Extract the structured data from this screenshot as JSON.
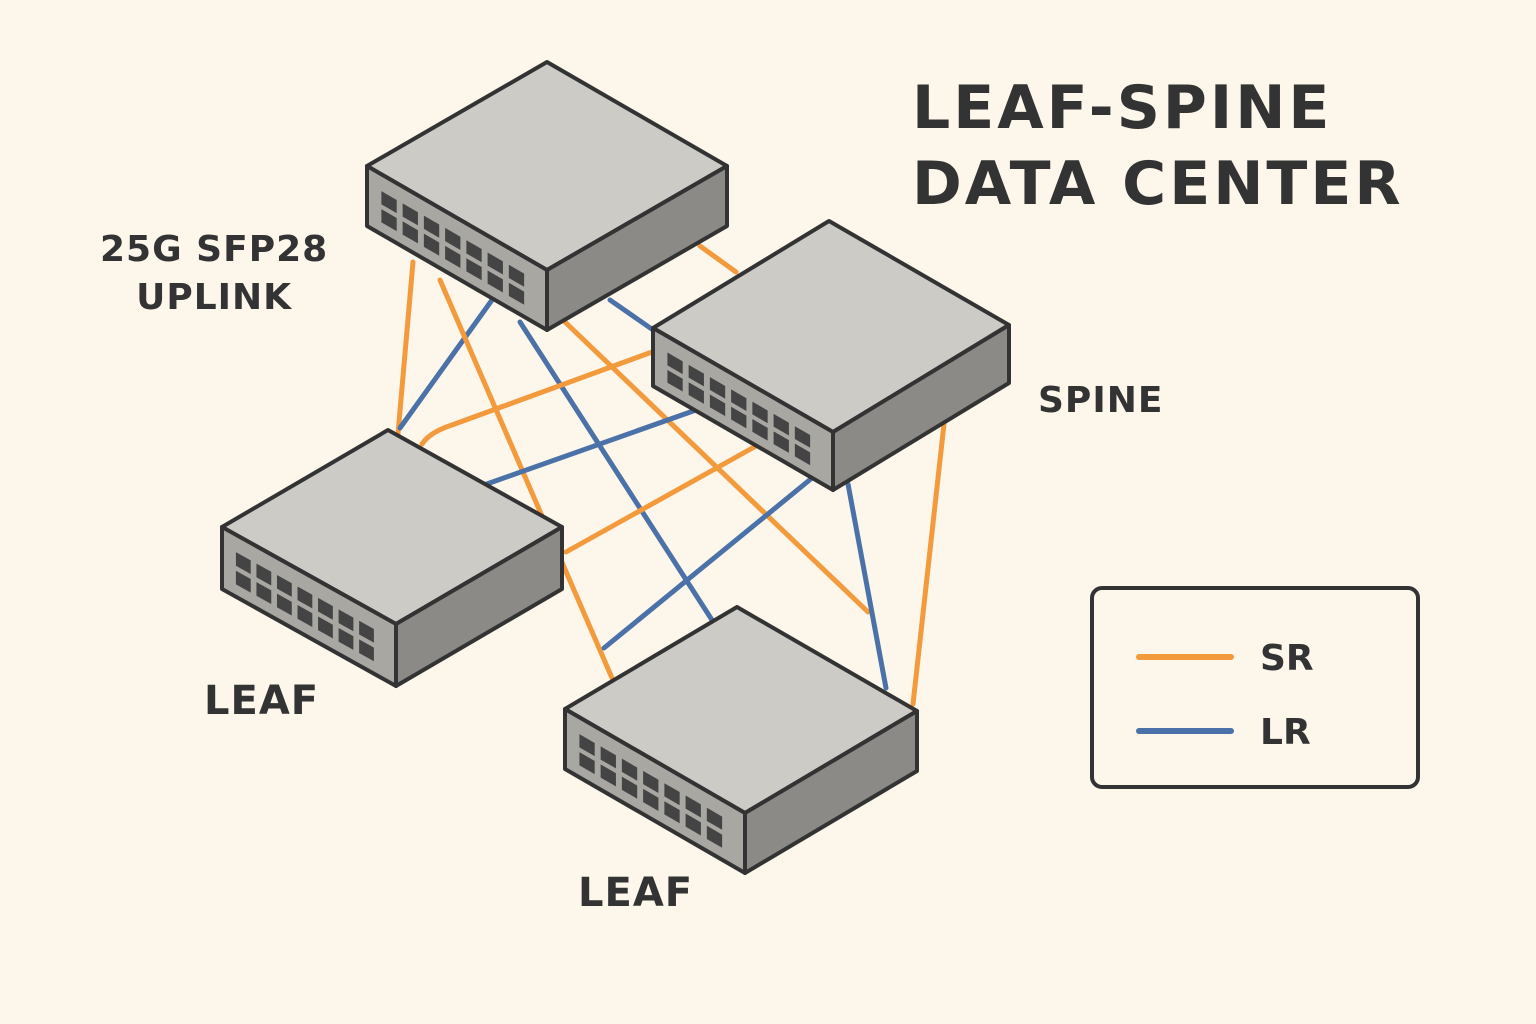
{
  "title": {
    "line1": "LEAF-SPINE",
    "line2": "DATA CENTER"
  },
  "labels": {
    "uplink_line1": "25G SFP28",
    "uplink_line2": "UPLINK",
    "spine": "SPINE",
    "leaf_left": "LEAF",
    "leaf_bottom": "LEAF"
  },
  "legend": {
    "sr": {
      "label": "SR",
      "color": "#f39a3c"
    },
    "lr": {
      "label": "LR",
      "color": "#4a72a8"
    }
  },
  "colors": {
    "background": "#fdf6ea",
    "switch_top": "#cdcbc6",
    "switch_front": "#a9a7a2",
    "switch_side": "#8c8a86",
    "outline": "#333333",
    "port": "#444444"
  },
  "nodes": [
    {
      "id": "spine-1",
      "role": "spine"
    },
    {
      "id": "spine-2",
      "role": "spine"
    },
    {
      "id": "leaf-1",
      "role": "leaf"
    },
    {
      "id": "leaf-2",
      "role": "leaf"
    }
  ],
  "links": [
    {
      "from": "spine-1",
      "to": "leaf-1",
      "type": "sr"
    },
    {
      "from": "spine-1",
      "to": "leaf-1",
      "type": "lr"
    },
    {
      "from": "spine-1",
      "to": "leaf-2",
      "type": "sr"
    },
    {
      "from": "spine-1",
      "to": "leaf-2",
      "type": "lr"
    },
    {
      "from": "spine-1",
      "to": "leaf-2",
      "type": "sr"
    },
    {
      "from": "spine-1",
      "to": "spine-2",
      "type": "sr"
    },
    {
      "from": "spine-1",
      "to": "spine-2",
      "type": "lr"
    },
    {
      "from": "spine-2",
      "to": "leaf-1",
      "type": "sr"
    },
    {
      "from": "spine-2",
      "to": "leaf-1",
      "type": "lr"
    },
    {
      "from": "spine-2",
      "to": "leaf-1",
      "type": "sr"
    },
    {
      "from": "spine-2",
      "to": "leaf-2",
      "type": "lr"
    },
    {
      "from": "spine-2",
      "to": "leaf-2",
      "type": "lr"
    },
    {
      "from": "spine-2",
      "to": "leaf-2",
      "type": "sr"
    }
  ]
}
